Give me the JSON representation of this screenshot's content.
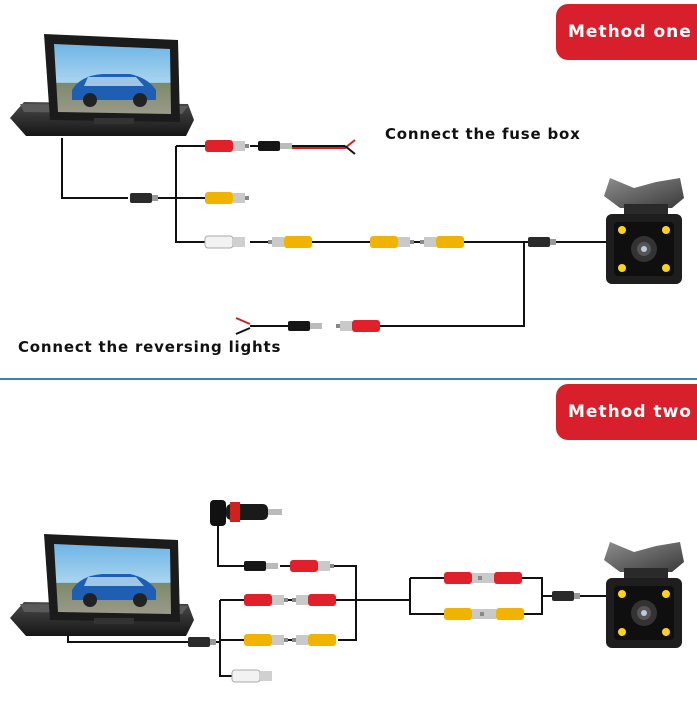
{
  "method_one": {
    "badge_label": "Method one",
    "fuse_box_label": "Connect the fuse box",
    "reversing_lights_label": "Connect the reversing lights"
  },
  "method_two": {
    "badge_label": "Method two"
  },
  "colors": {
    "badge_red": "#d8202d",
    "divider_blue": "#3b7fc4",
    "rca_red": "#e0202a",
    "rca_yellow": "#f0b400",
    "rca_white": "#f2f2f2",
    "wire_black": "#111111",
    "led_yellow": "#ffd21a"
  },
  "icons": [
    "monitor-icon",
    "camera-icon",
    "rca-connector-icon",
    "dc-plug-icon",
    "cigarette-plug-icon"
  ]
}
